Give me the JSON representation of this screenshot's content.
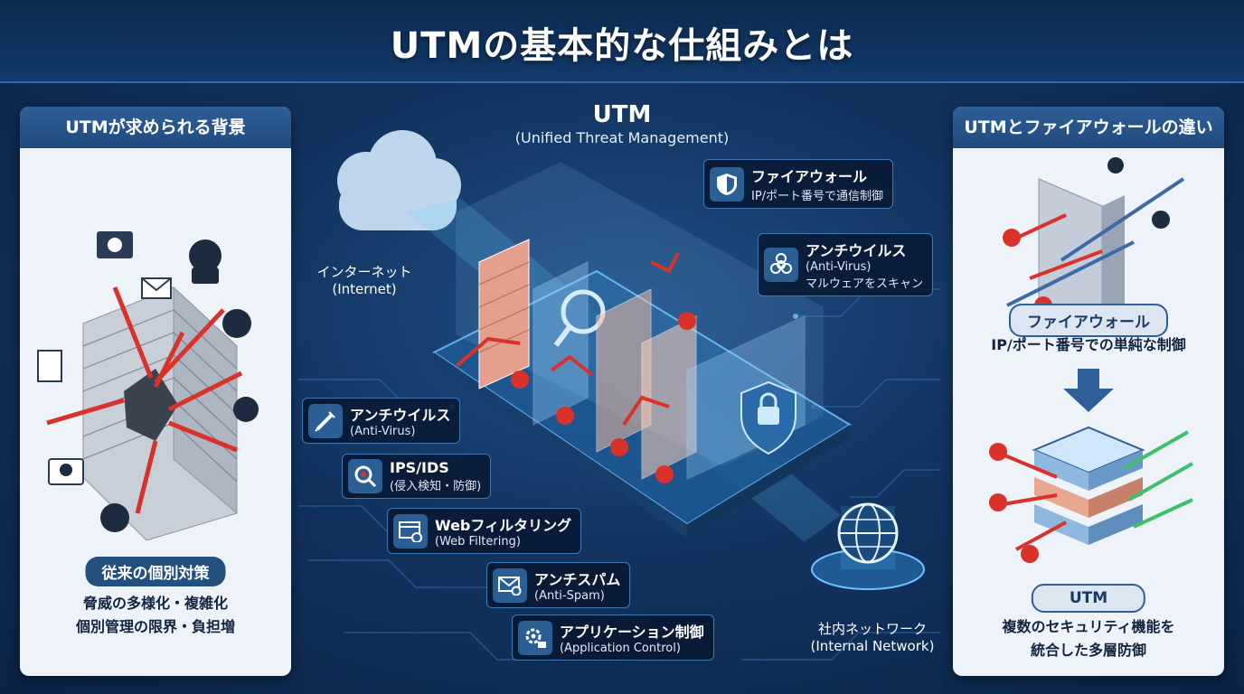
{
  "header": {
    "title": "UTMの基本的な仕組みとは"
  },
  "left_panel": {
    "title": "UTMが求められる背景",
    "pill": "従来の個別対策",
    "line1": "脅威の多様化・複雑化",
    "line2": "個別管理の限界・負担増"
  },
  "center": {
    "utm_title": "UTM",
    "utm_subtitle": "(Unified Threat Management)",
    "internet_label": "インターネット",
    "internet_label_en": "(Internet)",
    "internal_label": "社内ネットワーク",
    "internal_label_en": "(Internal Network)",
    "features_top": [
      {
        "name": "ファイアウォール",
        "sub": "IP/ポート番号で通信制御",
        "icon": "shield-icon"
      },
      {
        "name": "アンチウイルス",
        "sub": "(Anti-Virus)",
        "sub2": "マルウェアをスキャン",
        "icon": "biohazard-icon"
      }
    ],
    "features": [
      {
        "name": "アンチウイルス",
        "sub": "(Anti-Virus)",
        "icon": "syringe-icon"
      },
      {
        "name": "IPS/IDS",
        "sub": "(侵入検知・防御)",
        "icon": "magnifier-bug-icon"
      },
      {
        "name": "Webフィルタリング",
        "sub": "(Web Filtering)",
        "icon": "browser-block-icon"
      },
      {
        "name": "アンチスパム",
        "sub": "(Anti-Spam)",
        "icon": "mail-block-icon"
      },
      {
        "name": "アプリケーション制御",
        "sub": "(Application Control)",
        "icon": "gear-lock-icon"
      }
    ]
  },
  "right_panel": {
    "title": "UTMとファイアウォールの違い",
    "firewall_pill": "ファイアウォール",
    "firewall_desc": "IP/ポート番号での単純な制御",
    "utm_pill": "UTM",
    "utm_desc_line1": "複数のセキュリティ機能を",
    "utm_desc_line2": "統合した多層防御"
  },
  "colors": {
    "background": "#12335f",
    "panel": "#eef3f9",
    "accent": "#2e5f98",
    "threat": "#d9322b",
    "safe": "#3fbf6a",
    "glow": "#5fd3ff"
  }
}
